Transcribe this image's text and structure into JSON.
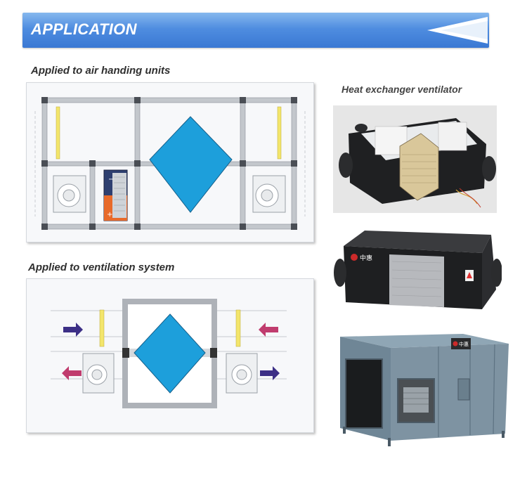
{
  "banner": {
    "title": "APPLICATION"
  },
  "sections": {
    "ahu_title": "Applied to air handing units",
    "vent_title": "Applied to ventilation system",
    "photo_title": "Heat exchanger ventilator"
  },
  "colors": {
    "banner_blue": "#4f8de0",
    "diamond_blue": "#1d9fdb",
    "arrow_in": "#3c2f86",
    "arrow_out": "#c03c6e",
    "filter_yellow": "#f3e56b",
    "cabinet_gray": "#6f8696",
    "unit_black": "#2a2b2d"
  },
  "photo_logo_text": "中惠"
}
